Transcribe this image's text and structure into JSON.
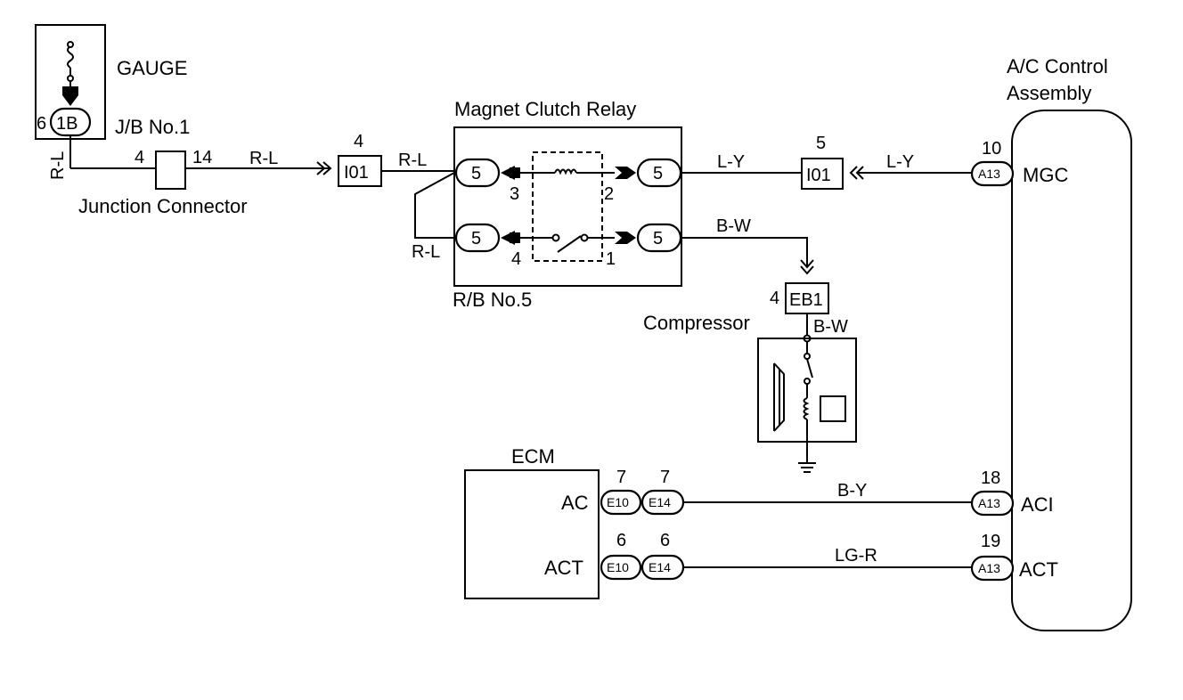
{
  "components": {
    "gauge": "GAUGE",
    "jb": "J/B No.1",
    "junction_connector": "Junction Connector",
    "relay": "Magnet Clutch Relay",
    "rb": "R/B No.5",
    "compressor": "Compressor",
    "ecm": "ECM",
    "ac_control_line1": "A/C Control",
    "ac_control_line2": "Assembly"
  },
  "connectors": {
    "jb_1b": "1B",
    "i01_a": "I01",
    "i01_b": "I01",
    "relay_pin": "5",
    "eb1": "EB1",
    "e10": "E10",
    "e14": "E14",
    "a13": "A13"
  },
  "pins": {
    "jb_6": "6",
    "jc_4": "4",
    "jc_14": "14",
    "i01_a_4": "4",
    "i01_b_5": "5",
    "relay_3": "3",
    "relay_2": "2",
    "relay_4": "4",
    "relay_1": "1",
    "eb1_4": "4",
    "a13_10": "10",
    "a13_18": "18",
    "a13_19": "19",
    "e10_7": "7",
    "e14_7": "7",
    "e10_6": "6",
    "e14_6": "6"
  },
  "wires": {
    "rl_vertical": "R-L",
    "rl_1": "R-L",
    "rl_2": "R-L",
    "rl_3": "R-L",
    "ly_1": "L-Y",
    "ly_2": "L-Y",
    "bw_1": "B-W",
    "bw_2": "B-W",
    "by": "B-Y",
    "lgr": "LG-R"
  },
  "terminals": {
    "mgc": "MGC",
    "aci": "ACI",
    "act_ac": "ACT",
    "ecm_ac": "AC",
    "ecm_act": "ACT"
  }
}
